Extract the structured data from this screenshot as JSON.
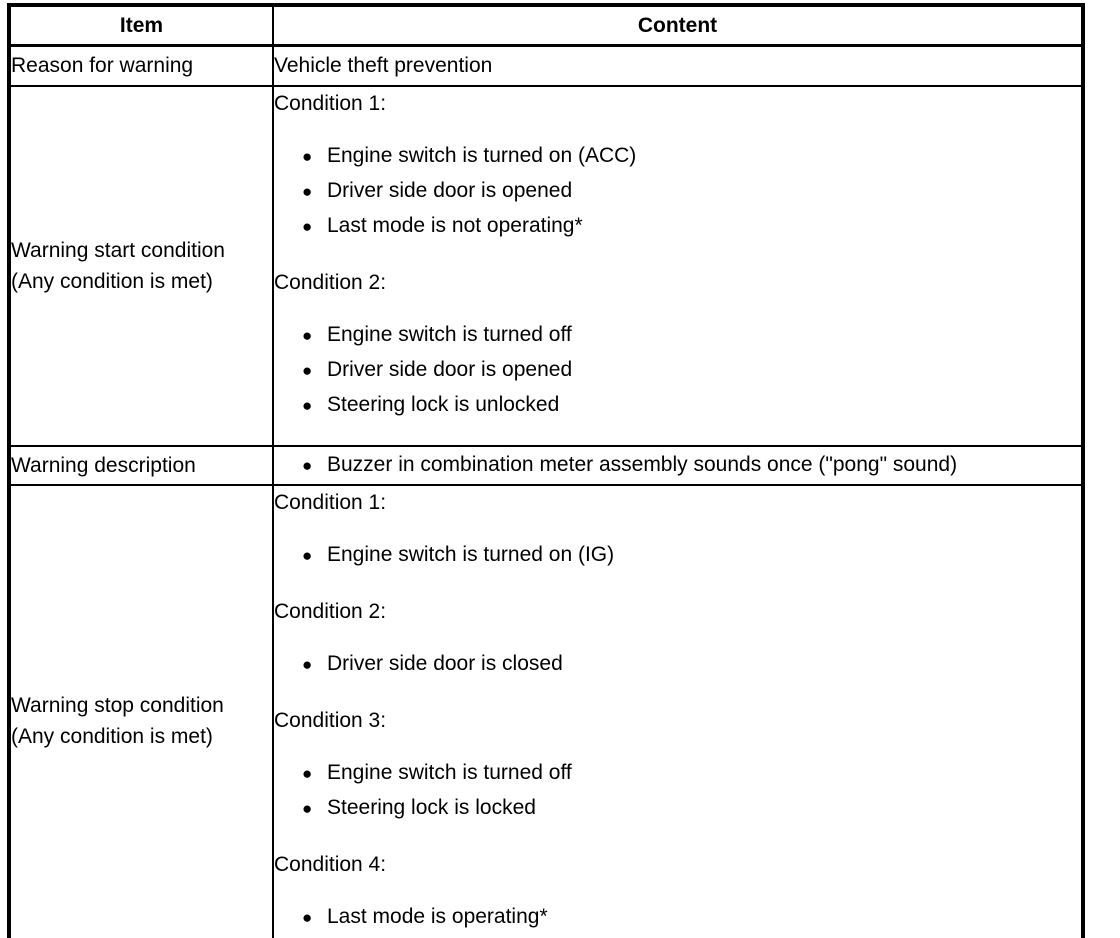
{
  "icons": {
    "bullet": "●"
  },
  "table": {
    "header": {
      "item": "Item",
      "content": "Content"
    },
    "rows": [
      {
        "item_lines": [
          "Reason for warning"
        ],
        "content_text": "Vehicle theft prevention"
      },
      {
        "item_lines": [
          "Warning start condition",
          "(Any condition is met)"
        ],
        "blocks": [
          {
            "type": "label",
            "text": "Condition 1:"
          },
          {
            "type": "bullets",
            "items": [
              "Engine switch is turned on (ACC)",
              "Driver side door is opened",
              "Last mode is not operating*"
            ]
          },
          {
            "type": "label",
            "text": "Condition 2:"
          },
          {
            "type": "bullets",
            "items": [
              "Engine switch is turned off",
              "Driver side door is opened",
              "Steering lock is unlocked"
            ]
          }
        ]
      },
      {
        "item_lines": [
          "Warning description"
        ],
        "blocks": [
          {
            "type": "bullets",
            "items": [
              "Buzzer in combination meter assembly sounds once (\"pong\" sound)"
            ]
          }
        ]
      },
      {
        "item_lines": [
          "Warning stop condition",
          "(Any condition is met)"
        ],
        "blocks": [
          {
            "type": "label",
            "text": "Condition 1:"
          },
          {
            "type": "bullets",
            "items": [
              "Engine switch is turned on (IG)"
            ]
          },
          {
            "type": "label",
            "text": "Condition 2:"
          },
          {
            "type": "bullets",
            "items": [
              "Driver side door is closed"
            ]
          },
          {
            "type": "label",
            "text": "Condition 3:"
          },
          {
            "type": "bullets",
            "items": [
              "Engine switch is turned off",
              "Steering lock is locked"
            ]
          },
          {
            "type": "label",
            "text": "Condition 4:"
          },
          {
            "type": "bullets",
            "items": [
              "Last mode is operating*"
            ]
          }
        ]
      }
    ]
  }
}
